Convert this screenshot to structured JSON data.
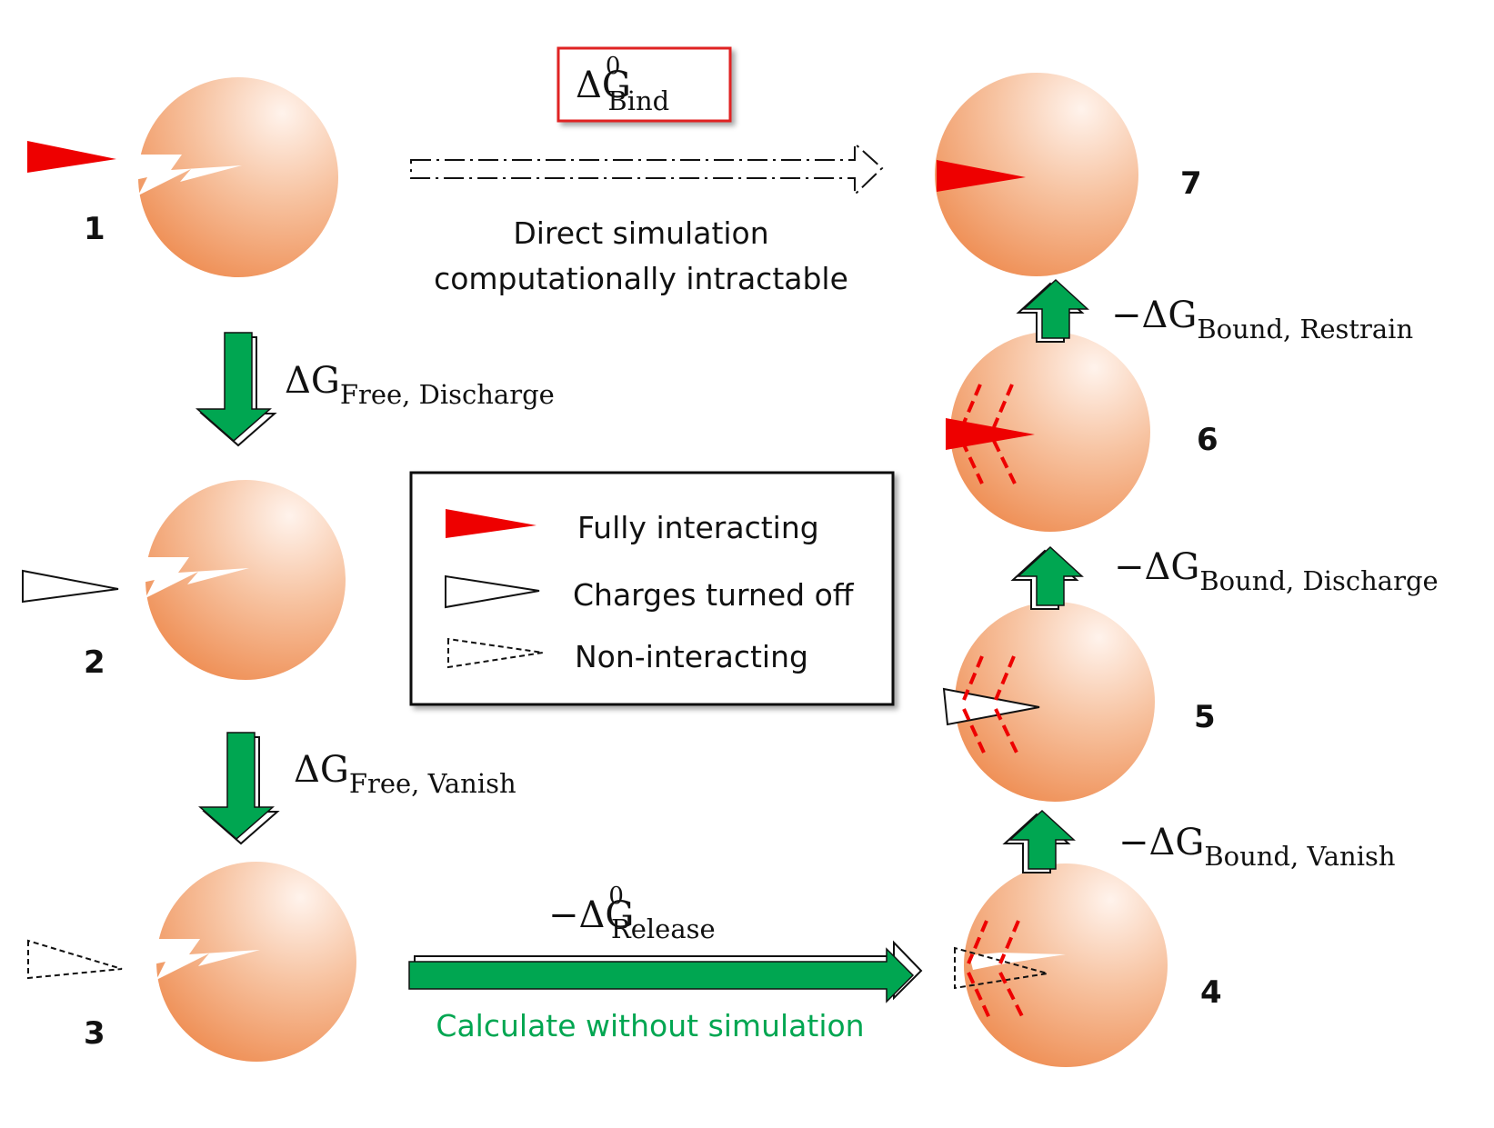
{
  "states": [
    {
      "number": "1"
    },
    {
      "number": "2"
    },
    {
      "number": "3"
    },
    {
      "number": "4"
    },
    {
      "number": "5"
    },
    {
      "number": "6"
    },
    {
      "number": "7"
    }
  ],
  "bind": {
    "symbol": "ΔG",
    "sup": "0",
    "sub": "Bind"
  },
  "direct_caption": {
    "line1": "Direct simulation",
    "line2": "computationally intractable"
  },
  "free_discharge": {
    "symbol": "ΔG",
    "sub": "Free, Discharge"
  },
  "free_vanish": {
    "symbol": "ΔG",
    "sub": "Free, Vanish"
  },
  "release": {
    "symbol": "−ΔG",
    "sup": "0",
    "sub": "Release"
  },
  "release_caption": "Calculate without simulation",
  "bound_vanish": {
    "symbol": "−ΔG",
    "sub": "Bound, Vanish"
  },
  "bound_discharge": {
    "symbol": "−ΔG",
    "sub": "Bound, Discharge"
  },
  "bound_restrain": {
    "symbol": "−ΔG",
    "sub": "Bound, Restrain"
  },
  "legend": {
    "fully": "Fully interacting",
    "charges_off": "Charges turned off",
    "non_interacting": "Non-interacting"
  },
  "colors": {
    "ligand_red": "#ee0000",
    "arrow_green": "#00a651",
    "sphere_light": "#fde8dc",
    "sphere_dark": "#ef8f55",
    "restraint_red": "#ee0000",
    "bind_box_red": "#e02020",
    "caption_green": "#00a651"
  }
}
